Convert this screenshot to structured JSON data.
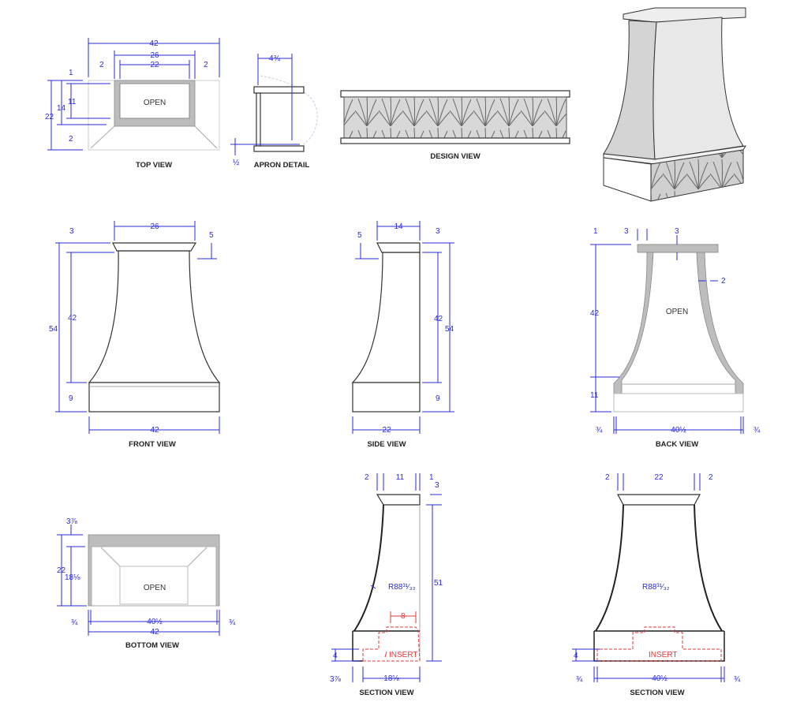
{
  "views": {
    "top": {
      "title": "TOP VIEW",
      "open": "OPEN",
      "dims": [
        "42",
        "26",
        "22",
        "2",
        "2",
        "1",
        "14",
        "11",
        "22",
        "2"
      ]
    },
    "apron": {
      "title": "APRON DETAIL",
      "dims": [
        "4¾",
        "½"
      ]
    },
    "design": {
      "title": "DESIGN VIEW"
    },
    "front": {
      "title": "FRONT VIEW",
      "dims": [
        "26",
        "3",
        "5",
        "54",
        "42",
        "9",
        "42"
      ]
    },
    "side": {
      "title": "SIDE VIEW",
      "dims": [
        "14",
        "5",
        "3",
        "42",
        "54",
        "9",
        "22"
      ]
    },
    "back": {
      "title": "BACK VIEW",
      "open": "OPEN",
      "dims": [
        "1",
        "3",
        "3",
        "2",
        "42",
        "11",
        "¾",
        "40½",
        "¾"
      ]
    },
    "bottom": {
      "title": "BOTTOM VIEW",
      "open": "OPEN",
      "dims": [
        "3⅞",
        "22",
        "18⅛",
        "¾",
        "40½",
        "¾",
        "42"
      ]
    },
    "section1": {
      "title": "SECTION VIEW",
      "dims": [
        "2",
        "11",
        "1",
        "3",
        "51",
        "R88³¹⁄₃₂",
        "8",
        "4",
        "3⅞",
        "18⅛"
      ],
      "insert": "INSERT"
    },
    "section2": {
      "title": "SECTION VIEW",
      "dims": [
        "2",
        "22",
        "2",
        "R88³¹⁄₃₂",
        "4",
        "¾",
        "40½",
        "¾"
      ],
      "insert": "INSERT"
    }
  },
  "colors": {
    "dimension": "#2b2bdc",
    "insert": "#e03a3a",
    "panel": "#bdbdbd"
  }
}
